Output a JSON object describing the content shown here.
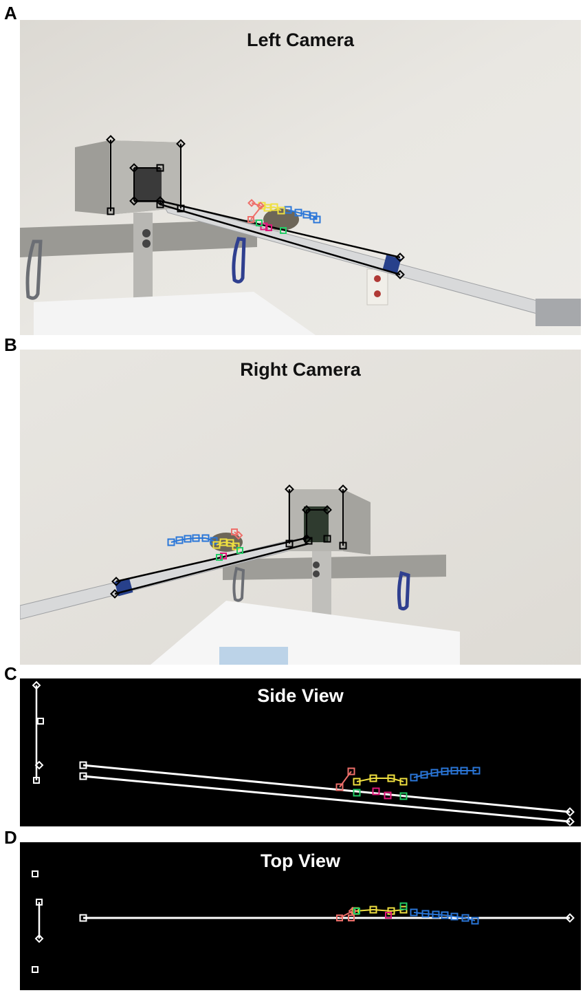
{
  "panels": [
    {
      "letter": "A",
      "title": "Left Camera"
    },
    {
      "letter": "B",
      "title": "Right Camera"
    },
    {
      "letter": "C",
      "title": "Side View"
    },
    {
      "letter": "D",
      "title": "Top View"
    }
  ],
  "colors": {
    "blue": "#2a76d8",
    "yellow": "#f0e040",
    "salmon": "#ee6f6a",
    "magenta": "#e0187a",
    "green": "#22cc66",
    "black": "#000000",
    "white": "#ffffff"
  }
}
